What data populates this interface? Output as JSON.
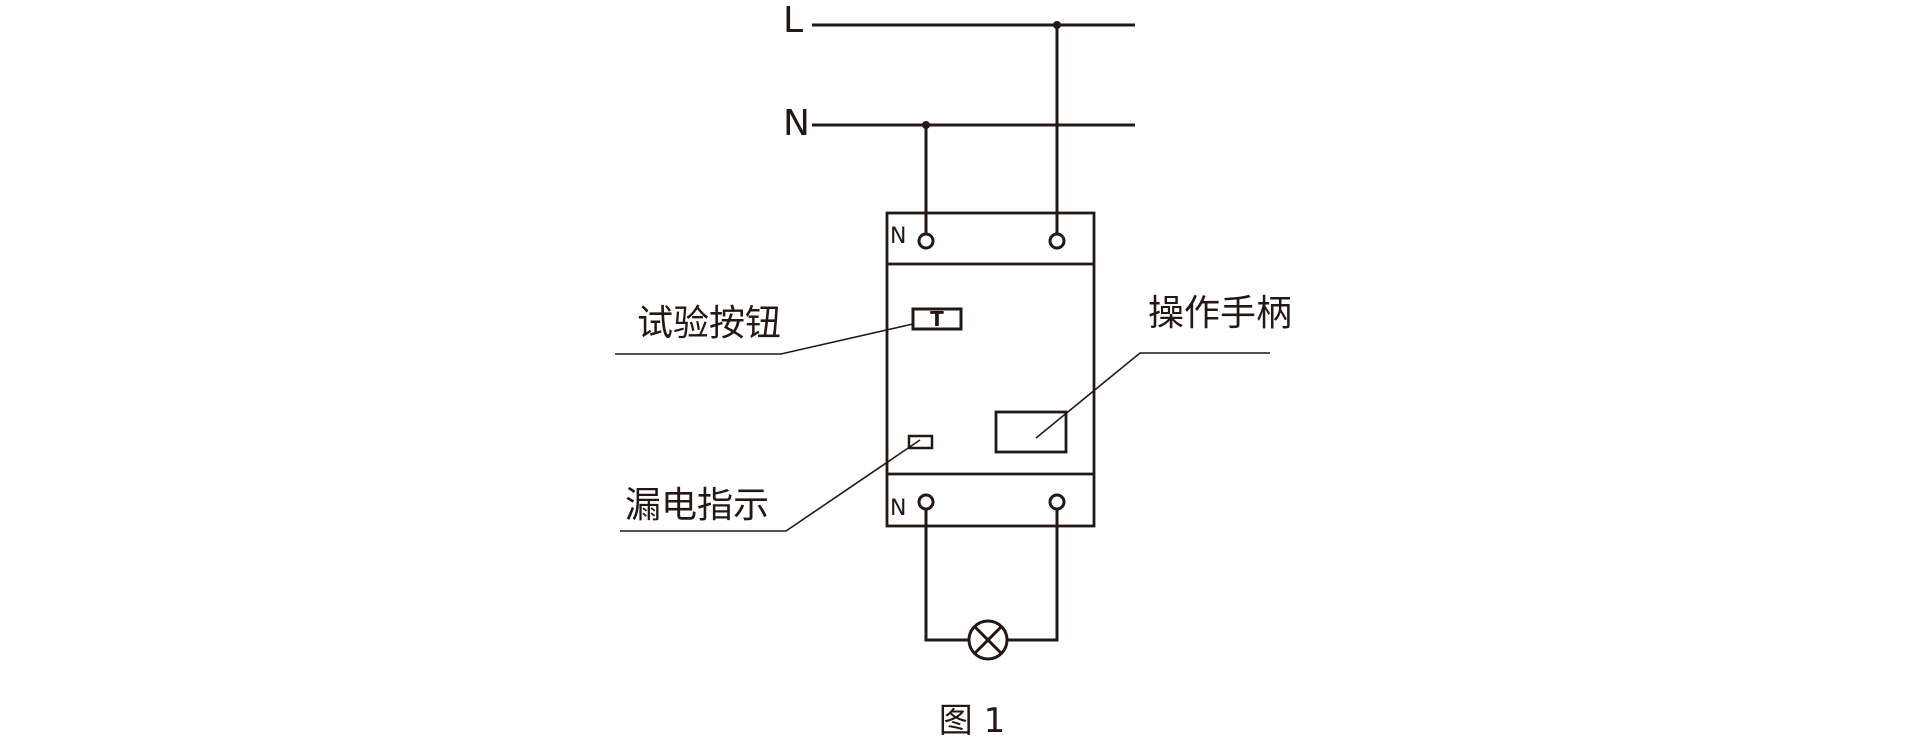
{
  "lines": {
    "live": "L",
    "neutral": "N"
  },
  "device": {
    "top_terminal_label": "N",
    "bottom_terminal_label": "N",
    "test_button_glyph": "T"
  },
  "callouts": {
    "test_button": "试验按钮",
    "handle": "操作手柄",
    "leak_indicator": "漏电指示"
  },
  "load": {
    "icon": "lamp-icon"
  },
  "caption": "图 1",
  "colors": {
    "ink": "#231815",
    "background": "#ffffff"
  }
}
